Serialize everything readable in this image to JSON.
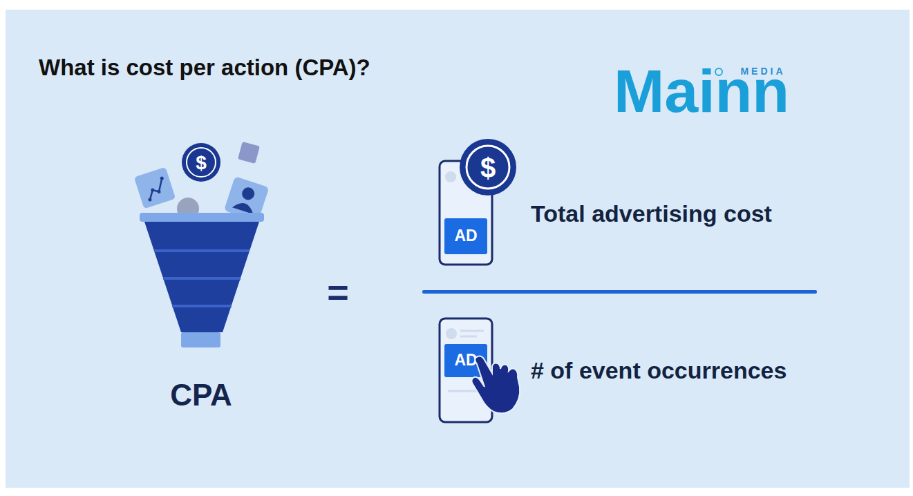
{
  "diagram": {
    "title": "What is cost per action (CPA)?",
    "nodes": [
      {
        "text": [
          "AD"
        ]
      },
      {
        "text": [
          "AD"
        ]
      }
    ],
    "labels": [
      "Mainn",
      "MEDIA",
      "$",
      "CPA",
      "=",
      "$",
      "Total advertising cost",
      "# of event occurrences"
    ]
  }
}
